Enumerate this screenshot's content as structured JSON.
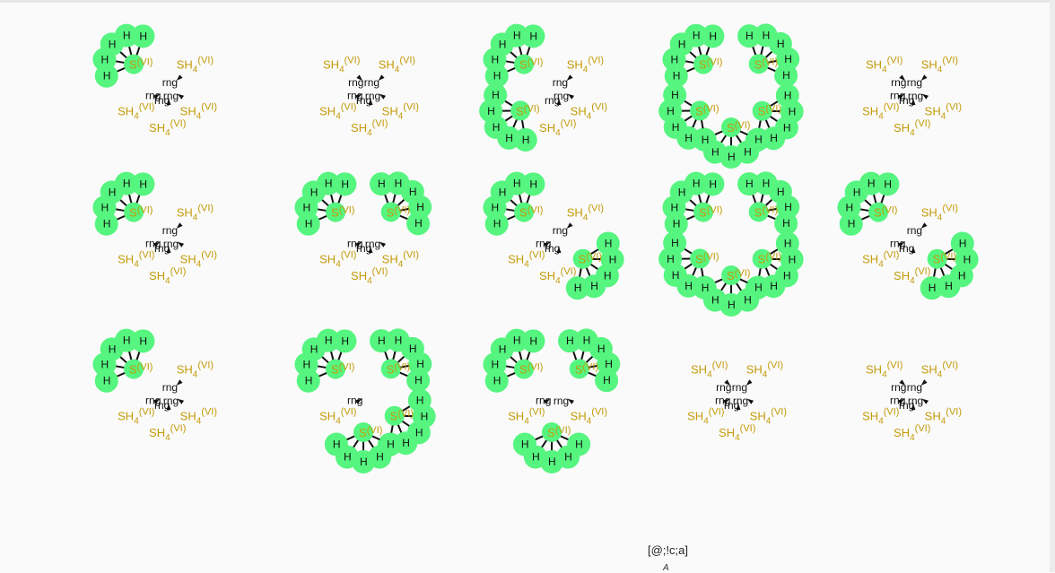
{
  "labels": {
    "hydrogen": "H",
    "sulfur": "S",
    "sulfur_ox": "(VI)",
    "group_name": "SH",
    "group_sub": "4",
    "ring": "rng"
  },
  "footer": {
    "smarts": "[@;!c;a]",
    "note": "A"
  },
  "colors": {
    "highlight": "#55f57f",
    "sulfur_label": "#c49a08",
    "bond": "#111111",
    "background": "#fafafa"
  },
  "molecules": [
    {
      "id": "mol-r1c1",
      "hydrogen_atoms": 5,
      "sulfur_atoms": 1,
      "highlighted": true
    },
    {
      "id": "mol-r1c2",
      "hydrogen_atoms": 0,
      "sulfur_atoms": 0,
      "highlighted": false
    },
    {
      "id": "mol-r1c3",
      "hydrogen_atoms": 10,
      "sulfur_atoms": 2,
      "highlighted": true
    },
    {
      "id": "mol-r1c4",
      "hydrogen_atoms": 24,
      "sulfur_atoms": 5,
      "highlighted": true
    },
    {
      "id": "mol-r1c5",
      "hydrogen_atoms": 0,
      "sulfur_atoms": 0,
      "highlighted": false
    },
    {
      "id": "mol-r2c1",
      "hydrogen_atoms": 5,
      "sulfur_atoms": 1,
      "highlighted": true
    },
    {
      "id": "mol-r2c2",
      "hydrogen_atoms": 10,
      "sulfur_atoms": 2,
      "highlighted": true
    },
    {
      "id": "mol-r2c3",
      "hydrogen_atoms": 10,
      "sulfur_atoms": 2,
      "highlighted": true
    },
    {
      "id": "mol-r2c4",
      "hydrogen_atoms": 24,
      "sulfur_atoms": 5,
      "highlighted": true
    },
    {
      "id": "mol-r2c5",
      "hydrogen_atoms": 10,
      "sulfur_atoms": 2,
      "highlighted": true
    },
    {
      "id": "mol-r3c1",
      "hydrogen_atoms": 5,
      "sulfur_atoms": 1,
      "highlighted": true
    },
    {
      "id": "mol-r3c2",
      "hydrogen_atoms": 20,
      "sulfur_atoms": 4,
      "highlighted": true
    },
    {
      "id": "mol-r3c3",
      "hydrogen_atoms": 15,
      "sulfur_atoms": 3,
      "highlighted": true
    },
    {
      "id": "mol-r3c4",
      "hydrogen_atoms": 0,
      "sulfur_atoms": 0,
      "highlighted": false
    },
    {
      "id": "mol-r3c5",
      "hydrogen_atoms": 0,
      "sulfur_atoms": 0,
      "highlighted": false
    }
  ]
}
